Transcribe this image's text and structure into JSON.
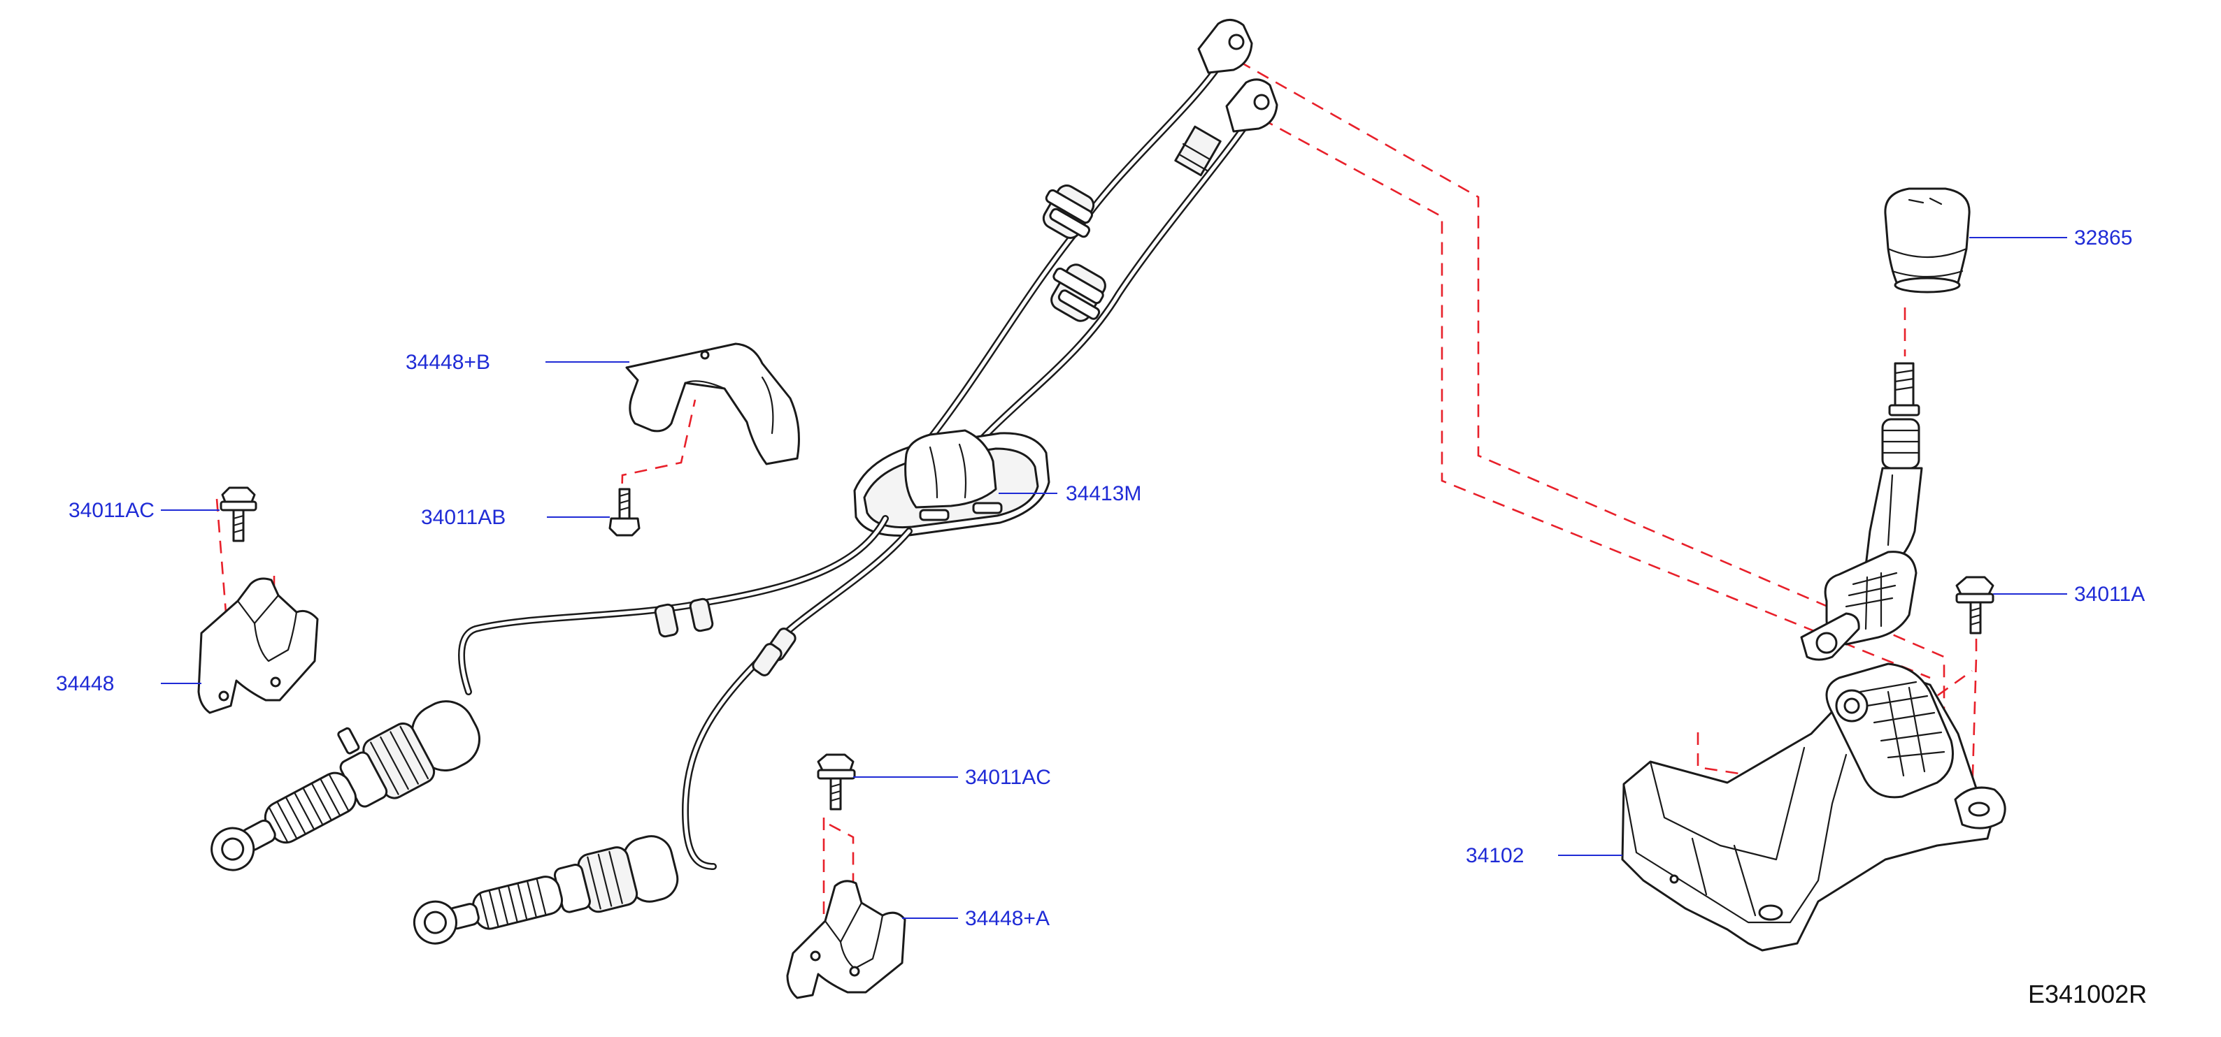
{
  "callouts": {
    "knob": "32865",
    "cable_assy": "34413M",
    "bracket_b": "34448+B",
    "bolt_ab": "34011AB",
    "bolt_ac_left": "34011AC",
    "bracket_left": "34448",
    "bolt_ac_center": "34011AC",
    "bracket_a": "34448+A",
    "control_device": "34102",
    "bolt_a": "34011A"
  },
  "figure_code": "E341002R",
  "colors": {
    "callout_text": "#1f2bd6",
    "leader_line": "#1f2bd6",
    "dashed_reference": "#e8202a",
    "part_outline": "#1a1a1a"
  }
}
